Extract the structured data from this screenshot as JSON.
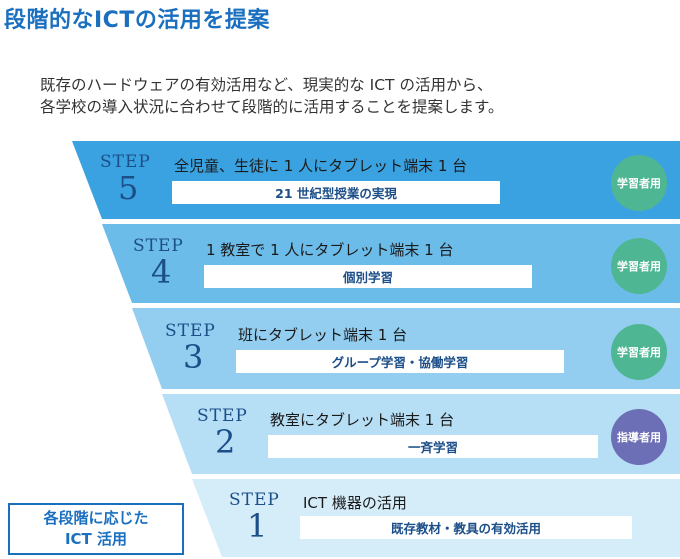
{
  "title": "段階的なICTの活用を提案",
  "intro": [
    "既存のハードウェアの有効活用など、現実的な ICT の活用から、",
    "各学校の導入状況に合わせて段階的に活用することを提案します。"
  ],
  "steps": [
    {
      "word": "STEP",
      "number": "5",
      "title": "全児童、生徒に 1 人にタブレット端末 1 台",
      "goal": "21 世紀型授業の実現",
      "badge": "学習者用",
      "color": "#3aa2e1"
    },
    {
      "word": "STEP",
      "number": "4",
      "title": "1 教室で 1 人にタブレット端末 1 台",
      "goal": "個別学習",
      "badge": "学習者用",
      "color": "#6cbcea"
    },
    {
      "word": "STEP",
      "number": "3",
      "title": "班にタブレット端末 1 台",
      "goal": "グループ学習・協働学習",
      "badge": "学習者用",
      "color": "#93cef0"
    },
    {
      "word": "STEP",
      "number": "2",
      "title": "教室にタブレット端末 1 台",
      "goal": "一斉学習",
      "badge": "指導者用",
      "color": "#b6def5"
    },
    {
      "word": "STEP",
      "number": "1",
      "title": "ICT 機器の活用",
      "goal": "既存教材・教具の有効活用",
      "badge": "",
      "color": "#d5ecf9"
    }
  ],
  "note": [
    "各段階に応じた",
    "ICT 活用"
  ]
}
